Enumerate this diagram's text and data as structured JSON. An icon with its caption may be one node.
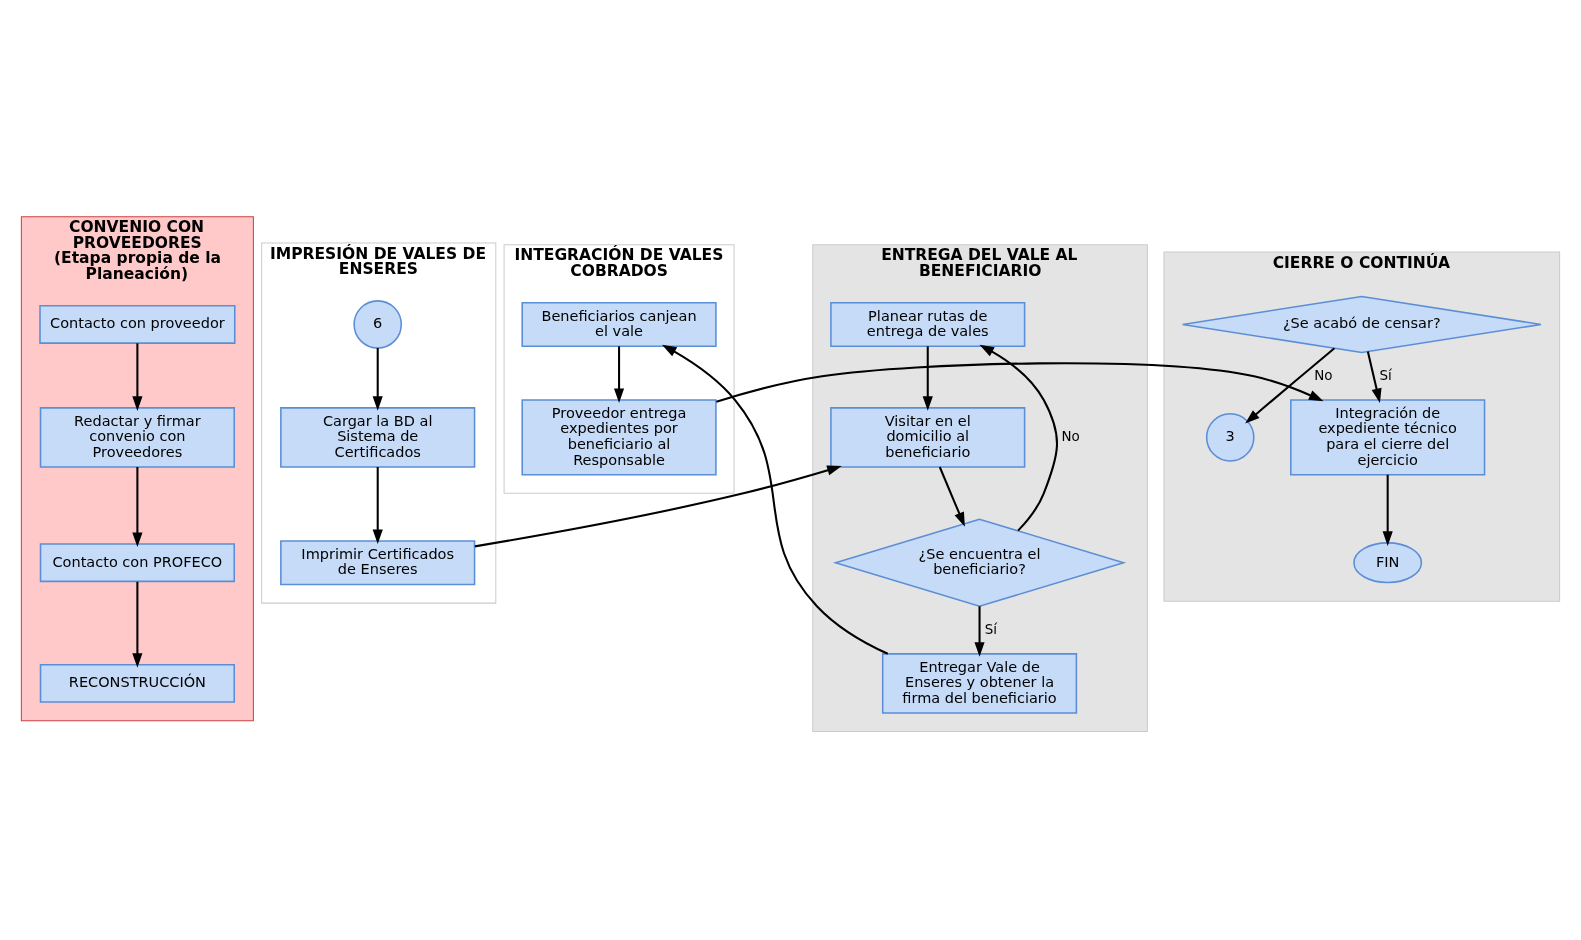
{
  "diagram": {
    "nodes": [
      {
        "text": [
          "CONVENIO CON PROVEEDORES",
          "(Etapa propia de la Planeación)"
        ]
      },
      {
        "text": [
          "Contacto con proveedor"
        ],
        "in": 0
      },
      {
        "text": [
          "Redactar y firmar convenio con Proveedores"
        ],
        "in": 0
      },
      {
        "text": [
          "Contacto con PROFECO"
        ],
        "in": 0
      },
      {
        "text": [
          "RECONSTRUCCIÓN"
        ],
        "in": 0
      },
      {
        "text": [
          "IMPRESIÓN DE VALES DE ENSERES"
        ]
      },
      {
        "text": [
          "6"
        ],
        "in": 5
      },
      {
        "text": [
          "Cargar la BD al Sistema de Certificados"
        ],
        "in": 5
      },
      {
        "text": [
          "Imprimir Certificados de Enseres"
        ],
        "in": 5
      },
      {
        "text": [
          "ENTREGA DEL VALE AL BENEFICIARIO"
        ]
      },
      {
        "text": [
          "Planear rutas de entrega de vales"
        ],
        "in": 9
      },
      {
        "text": [
          "Visitar en el domicilio al beneficiario"
        ],
        "in": 9
      },
      {
        "text": [
          "¿Se encuentra el beneficiario?"
        ],
        "in": 9
      },
      {
        "text": [
          "Entregar Vale de Enseres y obtener la firma del beneficiario"
        ],
        "in": 9
      },
      {
        "text": [
          "INTEGRACIÓN DE VALES COBRADOS"
        ]
      },
      {
        "text": [
          "Beneficiarios canjean el vale"
        ],
        "in": 14
      },
      {
        "text": [
          "Proveedor entrega expedientes por beneficiario al Responsable"
        ],
        "in": 14
      },
      {
        "text": [
          "CIERRE O CONTINÚA"
        ]
      },
      {
        "text": [
          "¿Se acabó de censar?"
        ],
        "in": 17
      },
      {
        "text": [
          "3"
        ],
        "in": 17
      },
      {
        "text": [
          "Integración de expediente técnico para el cierre del ejercicio"
        ],
        "in": 17
      },
      {
        "text": [
          "FIN"
        ],
        "in": 17
      }
    ],
    "edges": [
      {
        "from": 1,
        "to": 2,
        "arrow": "to"
      },
      {
        "from": 2,
        "to": 3,
        "arrow": "to"
      },
      {
        "from": 3,
        "to": 4,
        "arrow": "to"
      },
      {
        "from": 6,
        "to": 7,
        "arrow": "to"
      },
      {
        "from": 7,
        "to": 8,
        "arrow": "to"
      },
      {
        "from": 8,
        "to": 11,
        "arrow": "to"
      },
      {
        "from": 10,
        "to": 11,
        "arrow": "to"
      },
      {
        "from": 11,
        "to": 12,
        "arrow": "to"
      },
      {
        "from": 12,
        "to": 10,
        "arrow": "to",
        "label": "No"
      },
      {
        "from": 12,
        "to": 13,
        "arrow": "to",
        "label": "Sí"
      },
      {
        "from": 13,
        "to": 15,
        "arrow": "to"
      },
      {
        "from": 15,
        "to": 16,
        "arrow": "to"
      },
      {
        "from": 16,
        "to": 20,
        "arrow": "to"
      },
      {
        "from": 18,
        "to": 19,
        "arrow": "to",
        "label": "No"
      },
      {
        "from": 18,
        "to": 20,
        "arrow": "to",
        "label": "Sí"
      },
      {
        "from": 20,
        "to": 21,
        "arrow": "to"
      }
    ]
  }
}
